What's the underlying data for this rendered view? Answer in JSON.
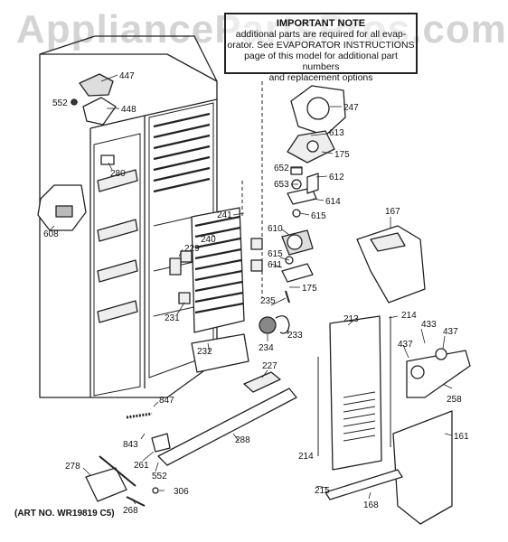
{
  "watermark": "AppliancePartsPros.com",
  "note": {
    "title": "IMPORTANT NOTE",
    "lines": [
      "additional parts are required for all evap-",
      "orator.  See EVAPORATOR INSTRUCTIONS",
      "page of this model for additional part numbers",
      "and replacement options"
    ]
  },
  "art_number": "(ART NO. WR19819 C5)",
  "part_labels": {
    "p447": "447",
    "p552a": "552",
    "p448": "448",
    "p280": "280",
    "p608": "608",
    "p241": "241",
    "p240": "240",
    "p229": "229",
    "p231": "231",
    "p232": "232",
    "p247": "247",
    "p613": "613",
    "p175a": "175",
    "p652": "652",
    "p612": "612",
    "p653": "653",
    "p614": "614",
    "p615a": "615",
    "p610": "610",
    "p615b": "615",
    "p611": "611",
    "p175b": "175",
    "p235": "235",
    "p233": "233",
    "p234": "234",
    "p167": "167",
    "p213": "213",
    "p214a": "214",
    "p433": "433",
    "p437a": "437",
    "p437b": "437",
    "p258": "258",
    "p227": "227",
    "p847": "847",
    "p843": "843",
    "p288": "288",
    "p261": "261",
    "p552b": "552",
    "p278": "278",
    "p306": "306",
    "p268": "268",
    "p214b": "214",
    "p215": "215",
    "p168": "168",
    "p161": "161"
  }
}
